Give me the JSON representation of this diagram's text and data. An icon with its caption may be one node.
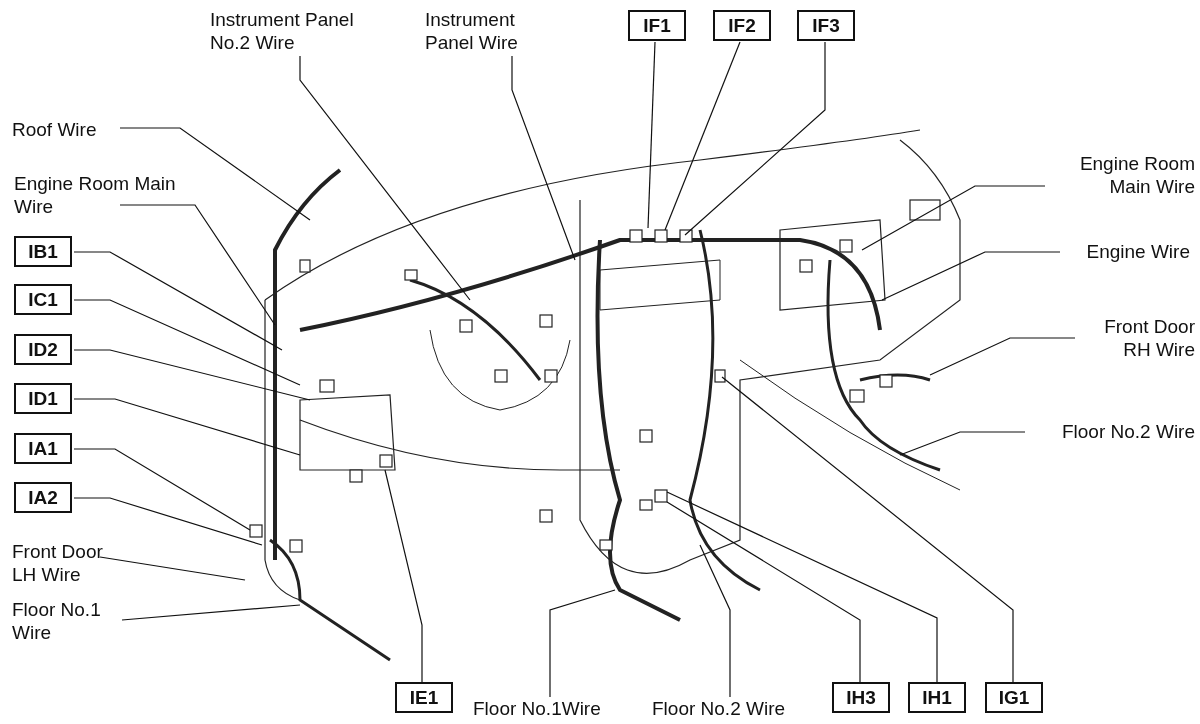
{
  "diagram": {
    "nodes": [
      {
        "text": [
          "Instrument Panel No.2 Wire"
        ]
      },
      {
        "text": [
          "Instrument Panel Wire"
        ]
      },
      {
        "text": [
          "IF1"
        ]
      },
      {
        "text": [
          "IF2"
        ]
      },
      {
        "text": [
          "IF3"
        ]
      },
      {
        "text": [
          "Roof Wire"
        ]
      },
      {
        "text": [
          "Engine Room Main Wire"
        ]
      },
      {
        "text": [
          "IB1"
        ]
      },
      {
        "text": [
          "IC1"
        ]
      },
      {
        "text": [
          "ID2"
        ]
      },
      {
        "text": [
          "ID1"
        ]
      },
      {
        "text": [
          "IA1"
        ]
      },
      {
        "text": [
          "IA2"
        ]
      },
      {
        "text": [
          "Front Door LH Wire"
        ]
      },
      {
        "text": [
          "Floor No.1 Wire"
        ]
      },
      {
        "text": [
          "Engine Room Main Wire"
        ]
      },
      {
        "text": [
          "Engine Wire"
        ]
      },
      {
        "text": [
          "Front Door RH Wire"
        ]
      },
      {
        "text": [
          "Floor No.2 Wire"
        ]
      },
      {
        "text": [
          "IE1"
        ]
      },
      {
        "text": [
          "Floor No.1Wire"
        ]
      },
      {
        "text": [
          "Floor No.2 Wire"
        ]
      },
      {
        "text": [
          "IH3"
        ]
      },
      {
        "text": [
          "IH1"
        ]
      },
      {
        "text": [
          "IG1"
        ]
      }
    ],
    "edges": [
      {
        "from": 0,
        "to": null,
        "arrow": "none"
      },
      {
        "from": 1,
        "to": null,
        "arrow": "none"
      },
      {
        "from": 2,
        "to": null,
        "arrow": "none"
      },
      {
        "from": 3,
        "to": null,
        "arrow": "none"
      },
      {
        "from": 4,
        "to": null,
        "arrow": "none"
      },
      {
        "from": 5,
        "to": null,
        "arrow": "none"
      },
      {
        "from": 6,
        "to": null,
        "arrow": "none"
      },
      {
        "from": 7,
        "to": null,
        "arrow": "none"
      },
      {
        "from": 8,
        "to": null,
        "arrow": "none"
      },
      {
        "from": 9,
        "to": null,
        "arrow": "none"
      },
      {
        "from": 10,
        "to": null,
        "arrow": "none"
      },
      {
        "from": 11,
        "to": null,
        "arrow": "none"
      },
      {
        "from": 12,
        "to": null,
        "arrow": "none"
      },
      {
        "from": 13,
        "to": null,
        "arrow": "none"
      },
      {
        "from": 14,
        "to": null,
        "arrow": "none"
      },
      {
        "from": 15,
        "to": null,
        "arrow": "none"
      },
      {
        "from": 16,
        "to": null,
        "arrow": "none"
      },
      {
        "from": 17,
        "to": null,
        "arrow": "none"
      },
      {
        "from": 18,
        "to": null,
        "arrow": "none"
      },
      {
        "from": 19,
        "to": null,
        "arrow": "none"
      },
      {
        "from": 20,
        "to": null,
        "arrow": "none"
      },
      {
        "from": 21,
        "to": null,
        "arrow": "none"
      },
      {
        "from": 22,
        "to": null,
        "arrow": "none"
      },
      {
        "from": 23,
        "to": null,
        "arrow": "none"
      },
      {
        "from": 24,
        "to": null,
        "arrow": "none"
      }
    ]
  }
}
